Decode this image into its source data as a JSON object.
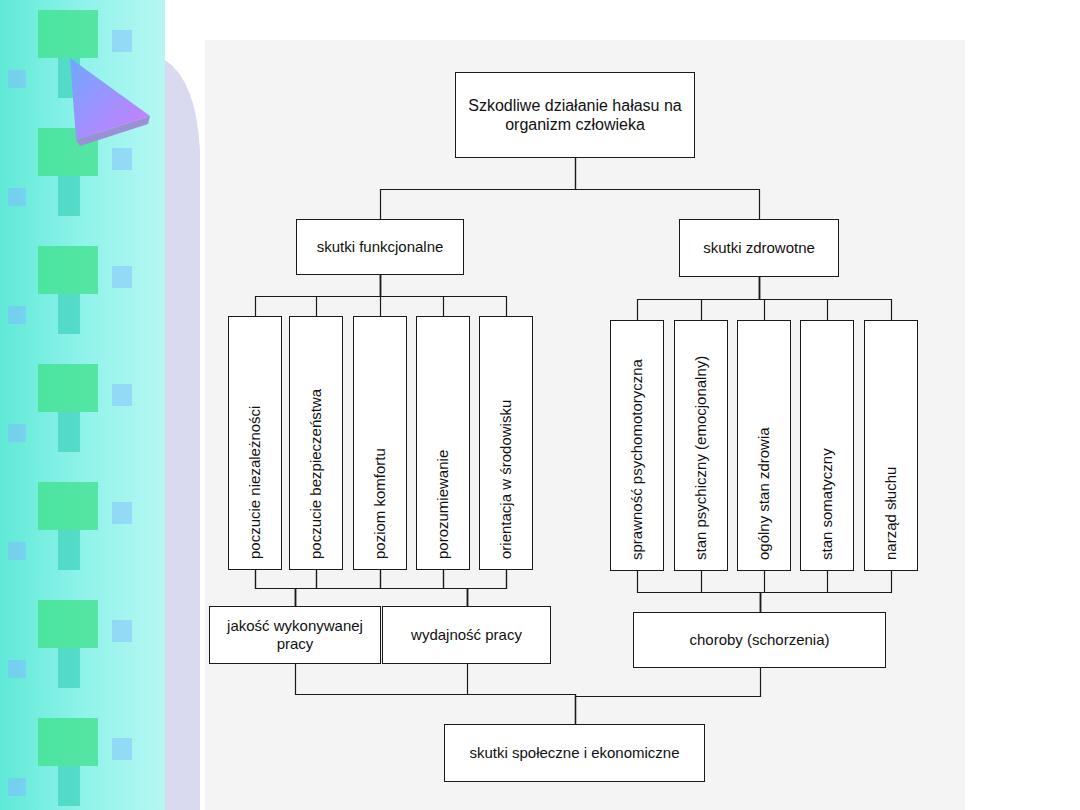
{
  "diagram": {
    "nodes": [
      {
        "text": [
          "Szkodliwe działanie hałasu na organizm człowieka"
        ]
      },
      {
        "text": [
          "skutki funkcjonalne"
        ]
      },
      {
        "text": [
          "skutki zdrowotne"
        ]
      },
      {
        "text": [
          "poczucie niezależności"
        ]
      },
      {
        "text": [
          "poczucie bezpieczeństwa"
        ]
      },
      {
        "text": [
          "poziom komfortu"
        ]
      },
      {
        "text": [
          "porozumiewanie"
        ]
      },
      {
        "text": [
          "orientacja w środowisku"
        ]
      },
      {
        "text": [
          "sprawność psychomotoryczna"
        ]
      },
      {
        "text": [
          "stan psychiczny (emocjonalny)"
        ]
      },
      {
        "text": [
          "ogólny stan zdrowia"
        ]
      },
      {
        "text": [
          "stan somatyczny"
        ]
      },
      {
        "text": [
          "narząd słuchu"
        ]
      },
      {
        "text": [
          "jakość wykonywanej pracy"
        ]
      },
      {
        "text": [
          "wydajność pracy"
        ]
      },
      {
        "text": [
          "choroby (schorzenia)"
        ]
      },
      {
        "text": [
          "skutki społeczne i ekonomiczne"
        ]
      }
    ],
    "edges": [
      {
        "from": 0,
        "to": 1,
        "arrow": "none"
      },
      {
        "from": 0,
        "to": 2,
        "arrow": "none"
      },
      {
        "from": 1,
        "to": 3,
        "arrow": "none"
      },
      {
        "from": 1,
        "to": 4,
        "arrow": "none"
      },
      {
        "from": 1,
        "to": 5,
        "arrow": "none"
      },
      {
        "from": 1,
        "to": 6,
        "arrow": "none"
      },
      {
        "from": 1,
        "to": 7,
        "arrow": "none"
      },
      {
        "from": 2,
        "to": 8,
        "arrow": "none"
      },
      {
        "from": 2,
        "to": 9,
        "arrow": "none"
      },
      {
        "from": 2,
        "to": 10,
        "arrow": "none"
      },
      {
        "from": 2,
        "to": 11,
        "arrow": "none"
      },
      {
        "from": 2,
        "to": 12,
        "arrow": "none"
      },
      {
        "from": 3,
        "to": 13,
        "arrow": "none"
      },
      {
        "from": 4,
        "to": 13,
        "arrow": "none"
      },
      {
        "from": 5,
        "to": 13,
        "arrow": "none"
      },
      {
        "from": 6,
        "to": 13,
        "arrow": "none"
      },
      {
        "from": 7,
        "to": 13,
        "arrow": "none"
      },
      {
        "from": 3,
        "to": 14,
        "arrow": "none"
      },
      {
        "from": 4,
        "to": 14,
        "arrow": "none"
      },
      {
        "from": 5,
        "to": 14,
        "arrow": "none"
      },
      {
        "from": 6,
        "to": 14,
        "arrow": "none"
      },
      {
        "from": 7,
        "to": 14,
        "arrow": "none"
      },
      {
        "from": 8,
        "to": 15,
        "arrow": "none"
      },
      {
        "from": 9,
        "to": 15,
        "arrow": "none"
      },
      {
        "from": 10,
        "to": 15,
        "arrow": "none"
      },
      {
        "from": 11,
        "to": 15,
        "arrow": "none"
      },
      {
        "from": 12,
        "to": 15,
        "arrow": "none"
      },
      {
        "from": 13,
        "to": 16,
        "arrow": "none"
      },
      {
        "from": 14,
        "to": 16,
        "arrow": "none"
      },
      {
        "from": 15,
        "to": 16,
        "arrow": "none"
      }
    ]
  }
}
